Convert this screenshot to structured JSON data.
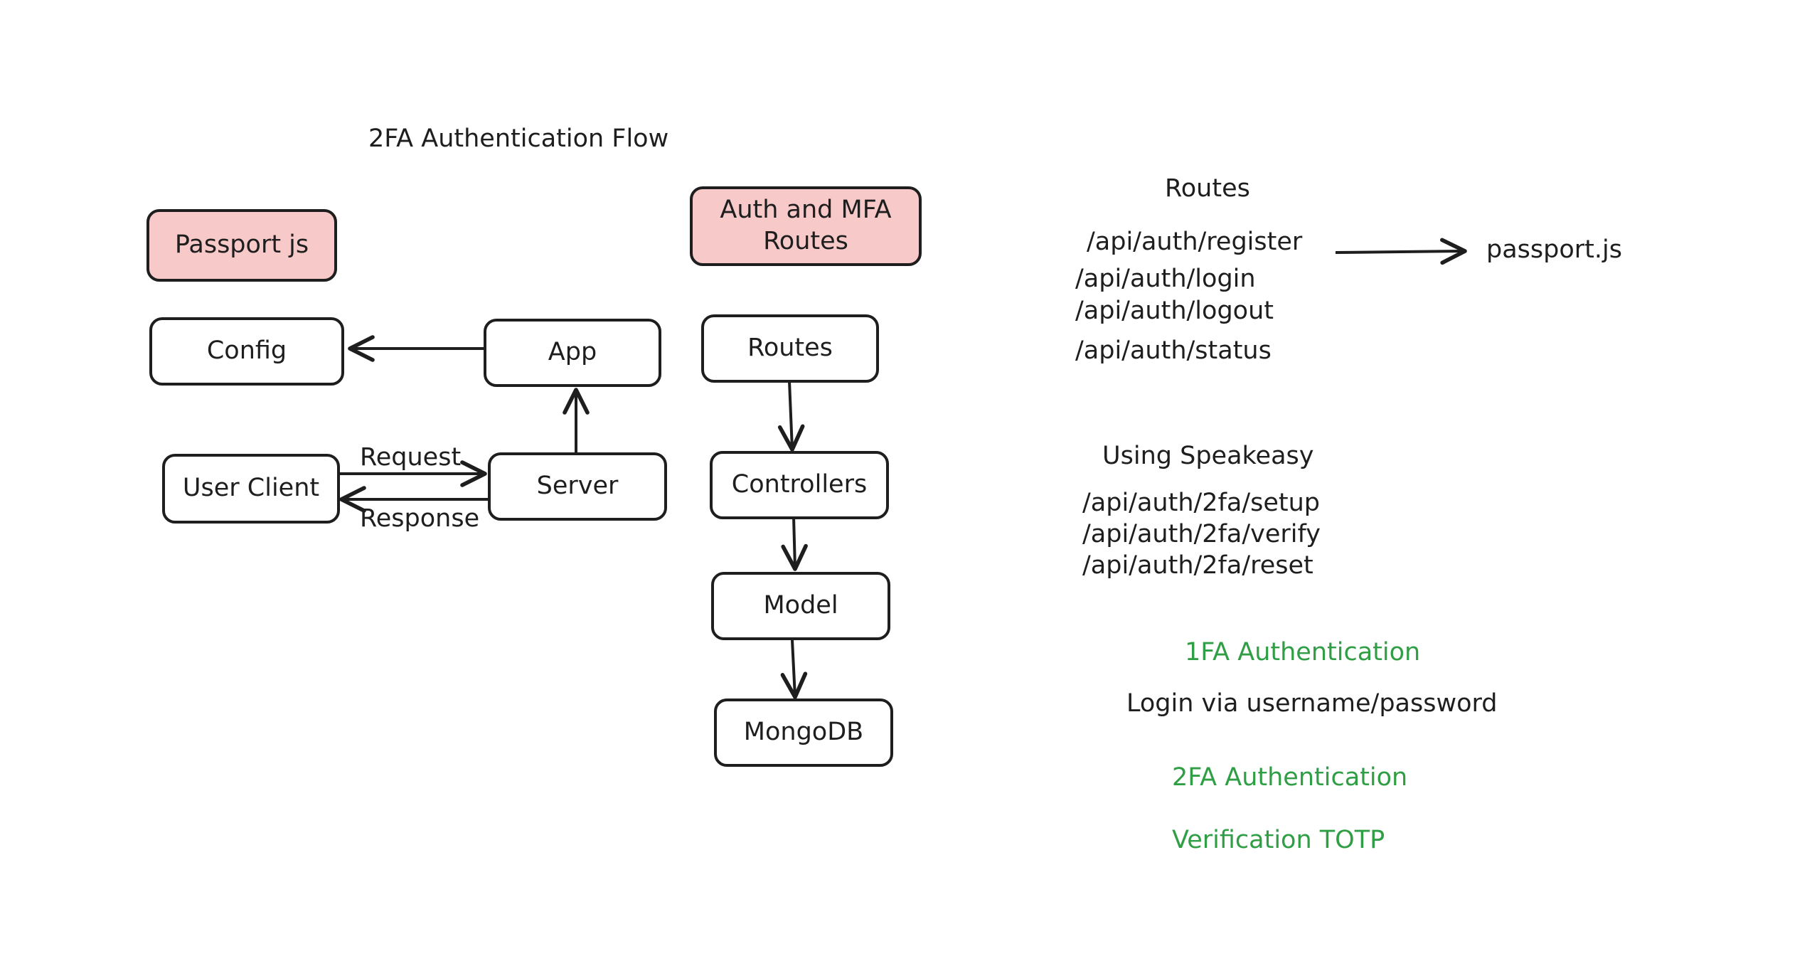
{
  "title": "2FA Authentication Flow",
  "boxes": {
    "passport": "Passport js",
    "auth_routes": "Auth and MFA\nRoutes",
    "config": "Config",
    "app": "App",
    "routes": "Routes",
    "user_client": "User Client",
    "server": "Server",
    "controllers": "Controllers",
    "model": "Model",
    "mongodb": "MongoDB"
  },
  "edge_labels": {
    "request": "Request",
    "response": "Response"
  },
  "routes_section": {
    "heading": "Routes",
    "items": [
      "/api/auth/register",
      "/api/auth/login",
      "/api/auth/logout",
      "/api/auth/status"
    ],
    "arrow_target": "passport.js"
  },
  "speakeasy_section": {
    "heading": "Using Speakeasy",
    "items": [
      "/api/auth/2fa/setup",
      "/api/auth/2fa/verify",
      "/api/auth/2fa/reset"
    ]
  },
  "notes": {
    "one_fa": "1FA Authentication",
    "login": "Login via username/password",
    "two_fa": "2FA Authentication",
    "verification": "Verification TOTP"
  },
  "colors": {
    "stroke": "#1e1e1e",
    "pink_fill": "#f8c9c9",
    "green_text": "#2f9e44"
  }
}
